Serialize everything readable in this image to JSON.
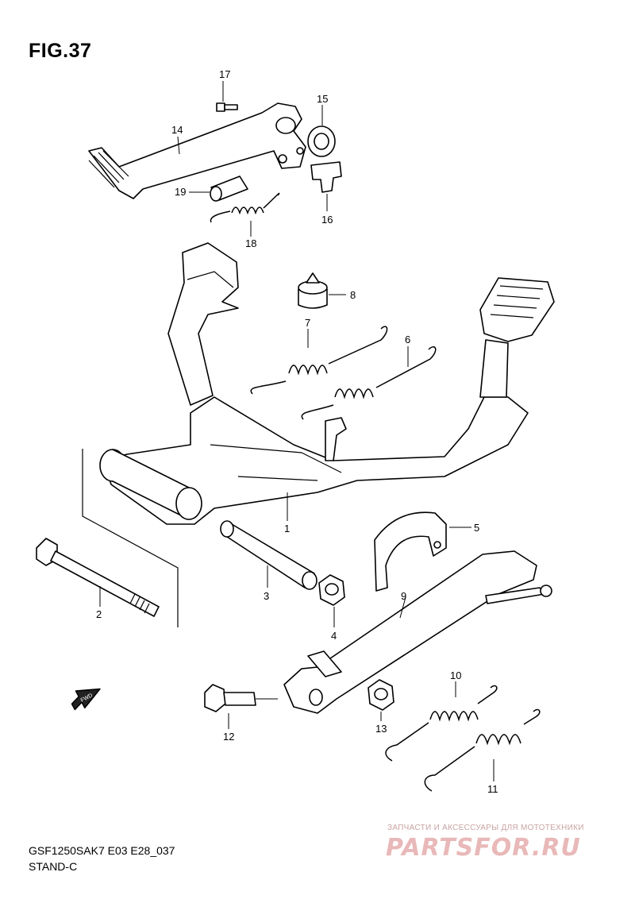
{
  "figure": {
    "title": "FIG.37",
    "code": "GSF1250SAK7 E03 E28_037",
    "name": "STAND-C"
  },
  "direction_badge": {
    "label": "FWD"
  },
  "watermark": {
    "caption": "ЗАПЧАСТИ И АКСЕССУАРЫ ДЛЯ МОТОТЕХНИКИ",
    "logo": "PARTSFOR.RU"
  },
  "callouts": {
    "c1": "1",
    "c2": "2",
    "c3": "3",
    "c4": "4",
    "c5": "5",
    "c6": "6",
    "c7": "7",
    "c8": "8",
    "c9": "9",
    "c10": "10",
    "c11": "11",
    "c12": "12",
    "c13": "13",
    "c14": "14",
    "c15": "15",
    "c16": "16",
    "c17": "17",
    "c18": "18",
    "c19": "19"
  }
}
